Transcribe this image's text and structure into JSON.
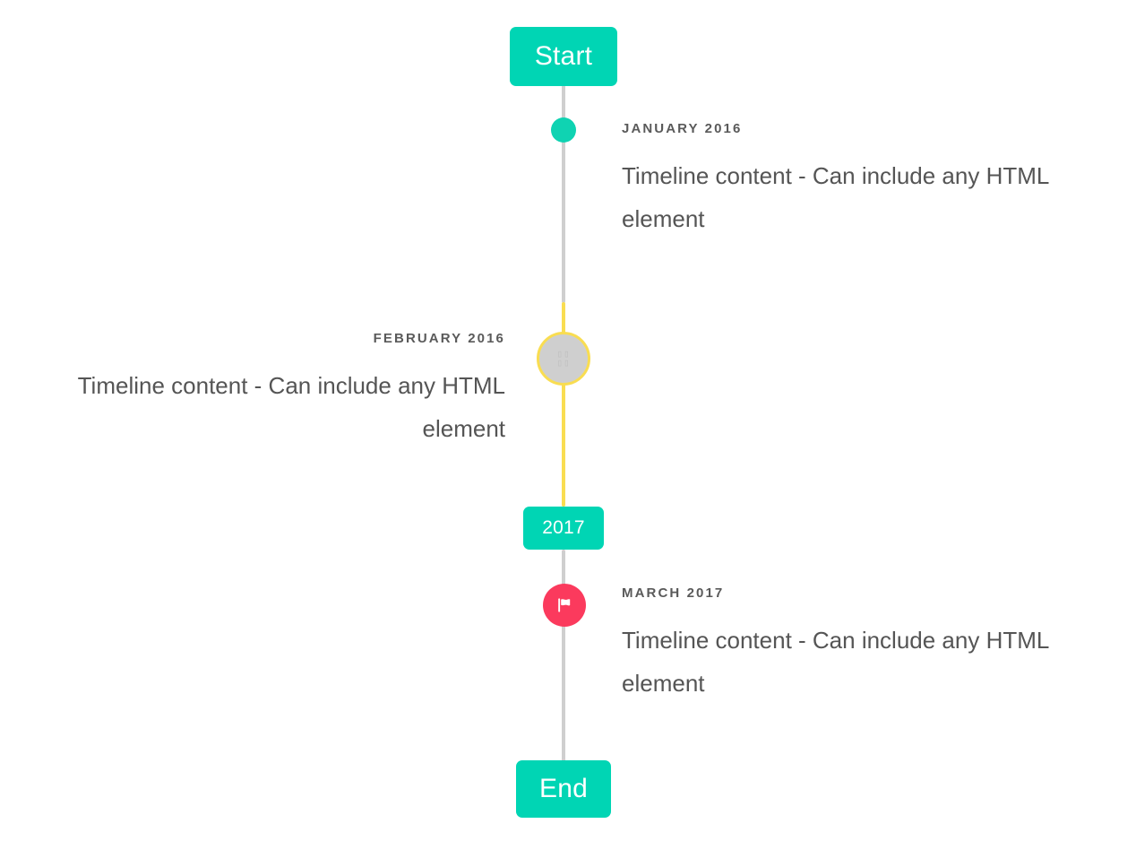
{
  "page": {
    "background_color": "#ffffff",
    "accent_teal": "#00d5b4",
    "accent_yellow": "#f9dd51",
    "accent_pink": "#fb3a5d",
    "line_gray": "#cfcfcf"
  },
  "caps": {
    "start_label": "Start",
    "year_label": "2017",
    "end_label": "End"
  },
  "entries": [
    {
      "label": "JANUARY 2016",
      "body": "Timeline content - Can include any HTML element",
      "side": "right",
      "marker": "dot",
      "marker_color": "#0fd3b2"
    },
    {
      "label": "FEBRUARY 2016",
      "body": "Timeline content - Can include any HTML element",
      "side": "left",
      "marker": "ring",
      "marker_color": "#f9dd51",
      "marker_fill": "#cfcfcf",
      "marker_glyph": "⌗"
    },
    {
      "label": "MARCH 2017",
      "body": "Timeline content - Can include any HTML element",
      "side": "right",
      "marker": "flag",
      "marker_color": "#fb3a5d"
    }
  ]
}
